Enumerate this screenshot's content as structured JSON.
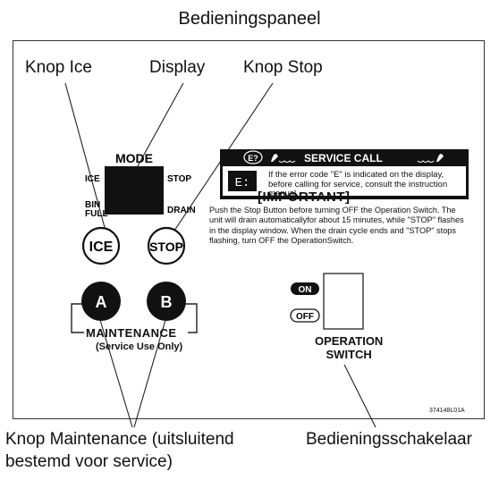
{
  "title": "Bedieningspaneel",
  "callouts": {
    "ice": "Knop Ice",
    "display": "Display",
    "stop": "Knop Stop",
    "maintenance_line1": "Knop Maintenance (uitsluitend",
    "maintenance_line2": "bestemd voor service)",
    "switch": "Bedieningsschakelaar"
  },
  "panel": {
    "mode": "MODE",
    "indicators": {
      "ice": "ICE",
      "stop": "STOP",
      "bin_line1": "BIN",
      "bin_line2": "FULL",
      "drain": "DRAIN"
    },
    "buttons": {
      "ice": "ICE",
      "stop": "STOP",
      "a": "A",
      "b": "B"
    },
    "maintenance": "MAINTENANCE",
    "maintenance_sub": "(Service Use Only)",
    "service_call": {
      "title": "SERVICE CALL",
      "badge": "E?",
      "error_display": "E:",
      "body": "If the error code \"E\" is indicated on the display, before calling for service, consult the instruction manual."
    },
    "important": {
      "title": "[IMPORTANT]",
      "body": "Push the Stop Button before turning OFF the Operation Switch. The unit will drain automaticallyfor about 15 minutes, while \"STOP\" flashes in the display window. When the drain cycle ends and \"STOP\" stops flashing, turn OFF the OperationSwitch."
    },
    "switch": {
      "on": "ON",
      "off": "OFF",
      "label_line1": "OPERATION",
      "label_line2": "SWITCH"
    },
    "code": "374148L01A"
  },
  "colors": {
    "line": "#222222",
    "fill_dark": "#111111",
    "background": "#ffffff"
  }
}
